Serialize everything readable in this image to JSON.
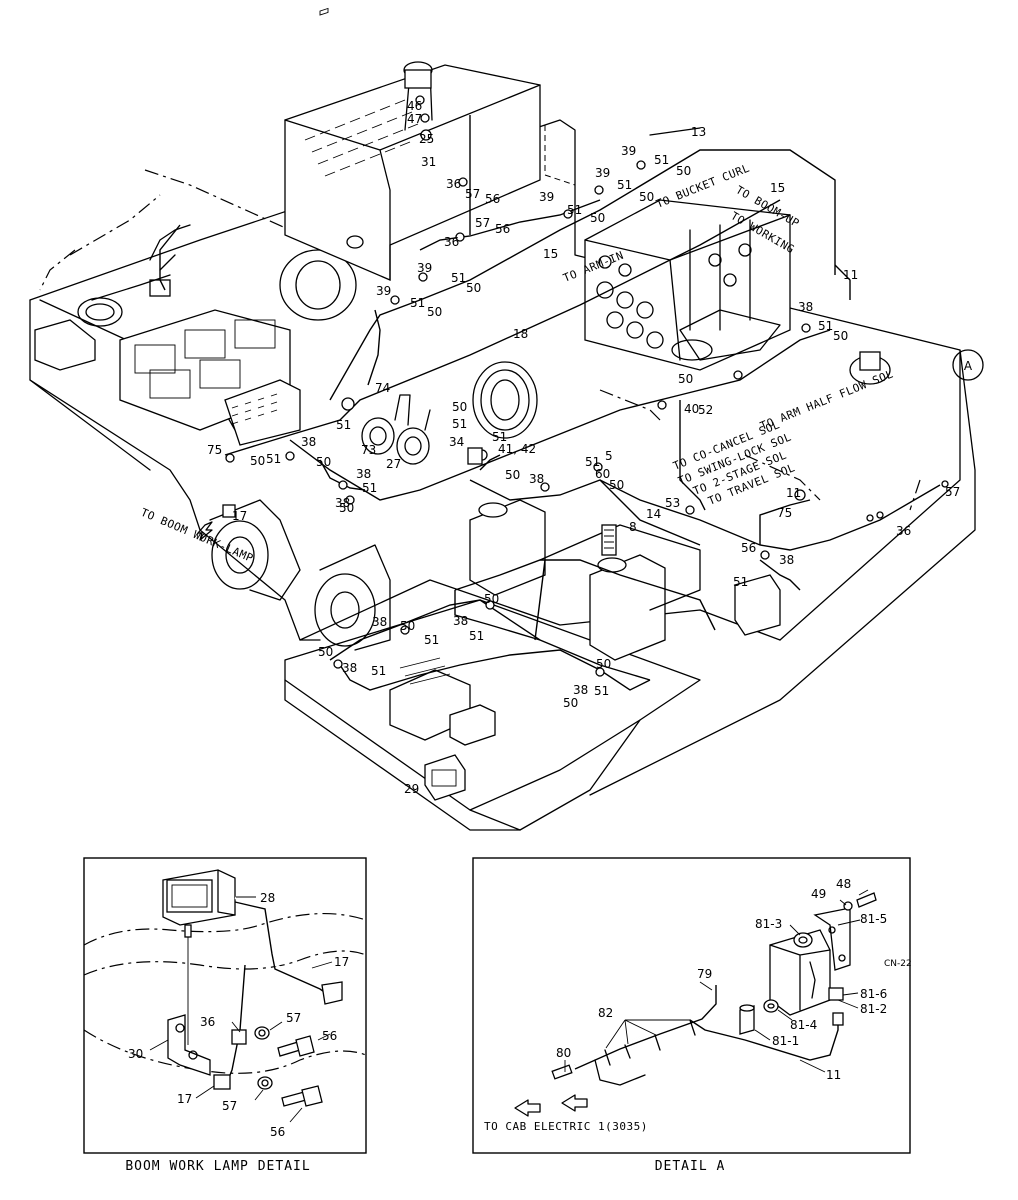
{
  "main_view": {
    "callouts": [
      "46",
      "47",
      "25",
      "31",
      "36",
      "57",
      "56",
      "36",
      "57",
      "56",
      "13",
      "39",
      "51",
      "50",
      "15",
      "39",
      "51",
      "50",
      "39",
      "51",
      "50",
      "15",
      "39",
      "51",
      "50",
      "39",
      "51",
      "50",
      "11",
      "38",
      "51",
      "50",
      "18",
      "74",
      "50",
      "51",
      "73",
      "27",
      "34",
      "41, 42",
      "38",
      "51",
      "50",
      "75",
      "50",
      "51",
      "38",
      "38",
      "51",
      "50",
      "17",
      "51",
      "50",
      "38",
      "51",
      "60",
      "50",
      "5",
      "50",
      "40",
      "52",
      "53",
      "8",
      "14",
      "11",
      "75",
      "57",
      "36",
      "56",
      "38",
      "51",
      "50",
      "38",
      "51",
      "50",
      "38",
      "51",
      "50",
      "38",
      "51",
      "50",
      "38",
      "51",
      "50",
      "29"
    ],
    "notes": {
      "arm_in": "TO ARM-IN",
      "bucket_curl": "TO BUCKET CURL",
      "boom_up": "TO BOOM-UP",
      "working": "TO WORKING",
      "arm_half_flow": "TO ARM HALF FLOW SOL",
      "co_cancel": "TO CO-CANCEL SOL",
      "swing_lock": "TO SWING-LOCK SOL",
      "two_stage": "TO 2-STAGE SOL",
      "travel": "TO TRAVEL SOL",
      "boom_work_lamp": "TO BOOM WORK-LAMP"
    },
    "detail_marker": "A"
  },
  "boom_work_lamp_detail": {
    "title": "BOOM WORK LAMP DETAIL",
    "callouts": {
      "c28": "28",
      "c17a": "17",
      "c36": "36",
      "c57a": "57",
      "c56a": "56",
      "c30": "30",
      "c17b": "17",
      "c57b": "57",
      "c56b": "56"
    }
  },
  "detail_a": {
    "title": "DETAIL A",
    "callouts": {
      "c48": "48",
      "c49": "49",
      "c81_3": "81-3",
      "c81_5": "81-5",
      "c79": "79",
      "c82": "82",
      "c81_6": "81-6",
      "c81_2": "81-2",
      "c81_4": "81-4",
      "c81_1": "81-1",
      "c80": "80",
      "c11": "11"
    },
    "code": "CN-22",
    "cab_note": "TO CAB ELECTRIC 1(3035)"
  }
}
